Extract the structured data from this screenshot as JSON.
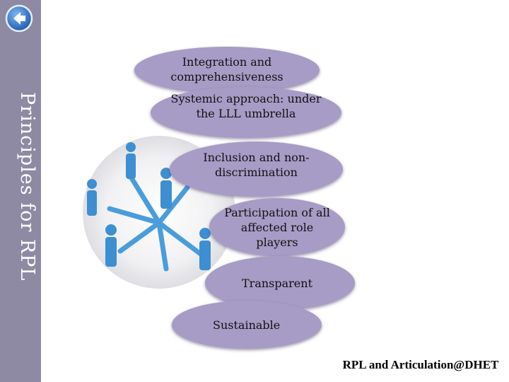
{
  "sidebar": {
    "title": "Principles for RPL",
    "back_icon": "back-arrow-icon"
  },
  "principles": [
    "Integration and comprehensiveness",
    "Systemic approach: under the LLL umbrella",
    "Inclusion and non-discrimination",
    "Participation of all affected role players",
    "Transparent",
    "Sustainable"
  ],
  "illustration": "network-people-icon",
  "footer": {
    "text": "RPL and Articulation@DHET"
  },
  "colors": {
    "sidebar": "#8e8aa3",
    "ellipse": "#a79cc6",
    "back_button": "#2f6fc4",
    "figure": "#3d8fd1"
  }
}
